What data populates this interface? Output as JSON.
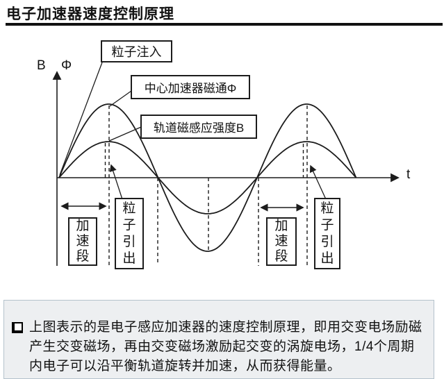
{
  "title": "电子加速器速度控制原理",
  "diagram": {
    "axis": {
      "left_label": "B",
      "right_label": "Φ",
      "time_label": "t"
    },
    "callouts": {
      "particle_injection": "粒子注入",
      "central_flux": "中心加速器磁通Φ",
      "orbital_field": "轨道磁感应强度B",
      "acceleration_segment": "加速段",
      "particle_extraction": "粒子引出"
    },
    "waves": {
      "flux": {
        "name": "中心加速器磁通Φ",
        "relative_amplitude": 1.0
      },
      "field": {
        "name": "轨道磁感应强度B",
        "relative_amplitude": 0.49
      },
      "cycles_shown": 1.5
    }
  },
  "notes": {
    "bullet_text": "上图表示的是电子感应加速器的速度控制原理，即用交变电场励磁产生交变磁场，再由交变磁场激励起交变的涡旋电场，1/4个周期内电子可以沿平衡轨道旋转并加速，从而获得能量。"
  },
  "colors": {
    "line": "#1c1c1c",
    "panel_bg": "#edeff1",
    "panel_border": "#b4c2cc"
  }
}
